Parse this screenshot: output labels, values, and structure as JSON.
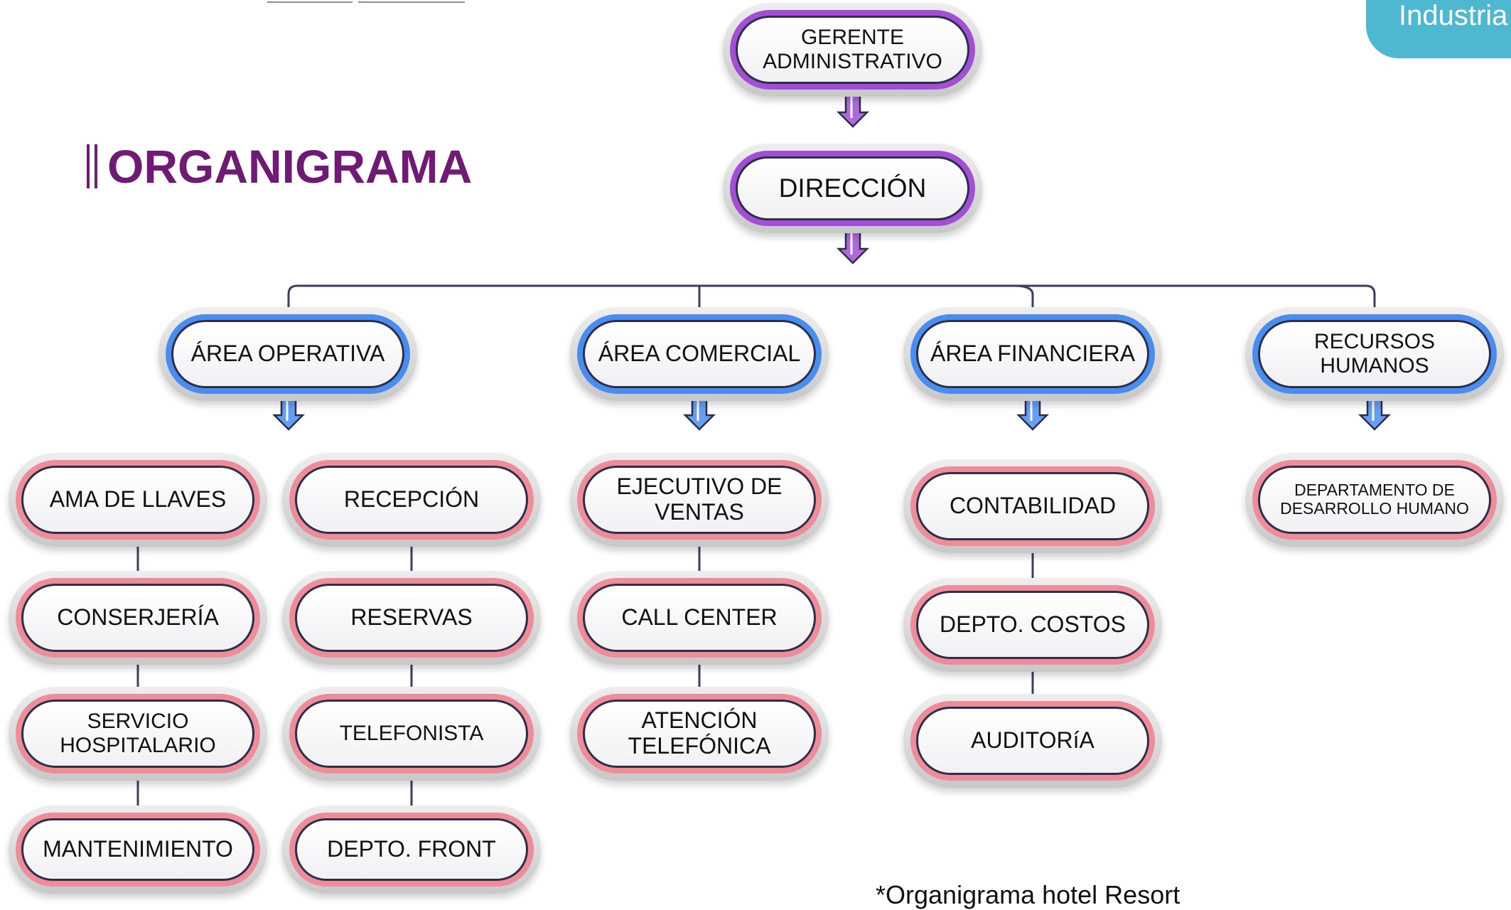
{
  "header": {
    "title": "ORGANIGRAMA",
    "corner_tag": "Industria",
    "title_color": "#6f1a74",
    "tag_color": "#4db8cf"
  },
  "diagram": {
    "top": [
      {
        "id": "gerente",
        "label": "GERENTE ADMINISTRATIVO",
        "lines": [
          "GERENTE",
          "ADMINISTRATIVO"
        ],
        "color": "purple"
      },
      {
        "id": "direccion",
        "label": "DIRECCIÓN",
        "lines": [
          "DIRECCIÓN"
        ],
        "color": "purple"
      }
    ],
    "areas": [
      {
        "id": "operativa",
        "label": "ÁREA OPERATIVA",
        "lines": [
          "ÁREA OPERATIVA"
        ],
        "columns": [
          [
            {
              "label": "AMA DE LLAVES",
              "lines": [
                "AMA DE LLAVES"
              ]
            },
            {
              "label": "CONSERJERÍA",
              "lines": [
                "CONSERJERÍA"
              ]
            },
            {
              "label": "SERVICIO HOSPITALARIO",
              "lines": [
                "SERVICIO",
                "HOSPITALARIO"
              ]
            },
            {
              "label": "MANTENIMIENTO",
              "lines": [
                "MANTENIMIENTO"
              ]
            }
          ],
          [
            {
              "label": "RECEPCIÓN",
              "lines": [
                "RECEPCIÓN"
              ]
            },
            {
              "label": "RESERVAS",
              "lines": [
                "RESERVAS"
              ]
            },
            {
              "label": "TELEFONISTA",
              "lines": [
                "TELEFONISTA"
              ]
            },
            {
              "label": "DEPTO. FRONT",
              "lines": [
                "DEPTO. FRONT"
              ]
            }
          ]
        ]
      },
      {
        "id": "comercial",
        "label": "ÁREA COMERCIAL",
        "lines": [
          "ÁREA COMERCIAL"
        ],
        "columns": [
          [
            {
              "label": "EJECUTIVO DE VENTAS",
              "lines": [
                "EJECUTIVO DE",
                "VENTAS"
              ]
            },
            {
              "label": "CALL CENTER",
              "lines": [
                "CALL CENTER"
              ]
            },
            {
              "label": "ATENCIÓN TELEFÓNICA",
              "lines": [
                "ATENCIÓN",
                "TELEFÓNICA"
              ]
            }
          ]
        ]
      },
      {
        "id": "financiera",
        "label": "ÁREA FINANCIERA",
        "lines": [
          "ÁREA FINANCIERA"
        ],
        "columns": [
          [
            {
              "label": "CONTABILIDAD",
              "lines": [
                "CONTABILIDAD"
              ]
            },
            {
              "label": "DEPTO. COSTOS",
              "lines": [
                "DEPTO. COSTOS"
              ]
            },
            {
              "label": "AUDITORíA",
              "lines": [
                "AUDITORíA"
              ]
            }
          ]
        ]
      },
      {
        "id": "rrhh",
        "label": "RECURSOS HUMANOS",
        "lines": [
          "RECURSOS",
          "HUMANOS"
        ],
        "columns": [
          [
            {
              "label": "DEPARTAMENTO DE DESARROLLO HUMANO",
              "lines": [
                "DEPARTAMENTO  DE",
                "DESARROLLO HUMANO"
              ]
            }
          ]
        ]
      }
    ],
    "colors": {
      "level_top": "#a24fd6",
      "level_area": "#4a8df0",
      "level_unit": "#ee8c99",
      "outline": "#2b2f4a",
      "connector": "#3a3f5c"
    }
  },
  "footnote": "*Organigrama hotel Resort"
}
